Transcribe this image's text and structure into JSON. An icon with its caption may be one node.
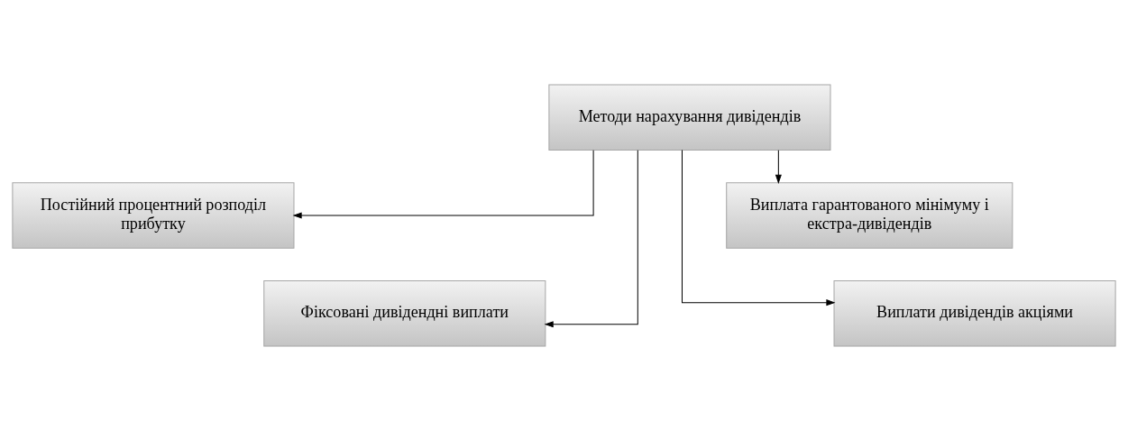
{
  "diagram": {
    "nodes": [
      {
        "text": [
          "Методи нарахування дивідендів"
        ]
      },
      {
        "text": [
          "Постійний процентний розподіл прибутку"
        ]
      },
      {
        "text": [
          "Виплата гарантованого мінімуму і екстра-дивідендів"
        ]
      },
      {
        "text": [
          "Фіксовані дивідендні виплати"
        ]
      },
      {
        "text": [
          "Виплати дивідендів акціями"
        ]
      }
    ],
    "edges": [
      {
        "from": 0,
        "to": 1,
        "arrow": "to"
      },
      {
        "from": 0,
        "to": 2,
        "arrow": "to"
      },
      {
        "from": 0,
        "to": 3,
        "arrow": "to"
      },
      {
        "from": 0,
        "to": 4,
        "arrow": "to"
      }
    ]
  }
}
